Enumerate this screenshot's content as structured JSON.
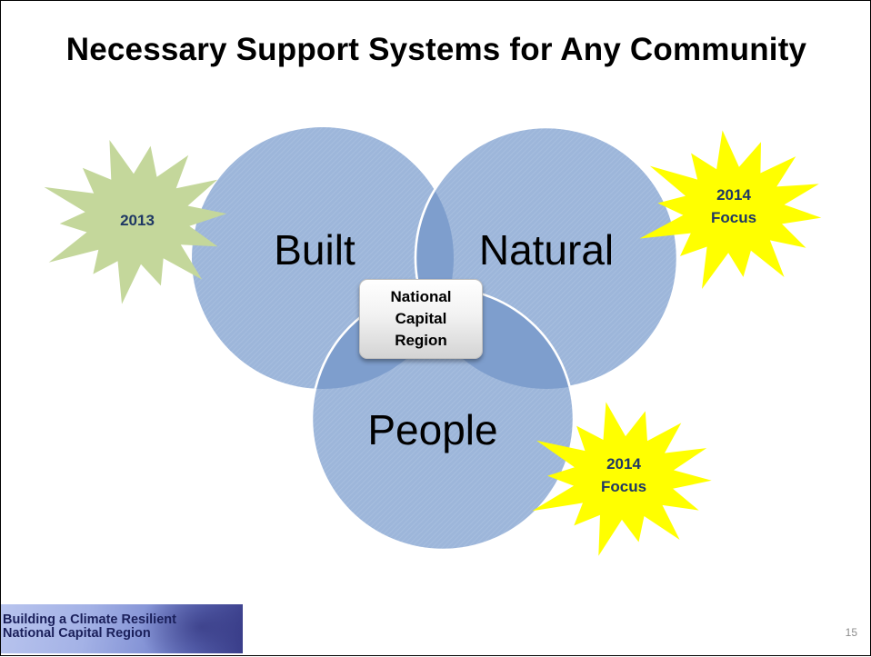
{
  "slide": {
    "title": "Necessary Support Systems for Any Community",
    "page_number": "15"
  },
  "diagram": {
    "circles": [
      {
        "id": "built",
        "label": "Built"
      },
      {
        "id": "natural",
        "label": "Natural"
      },
      {
        "id": "people",
        "label": "People"
      }
    ],
    "center_box": {
      "label": "National\nCapital\nRegion"
    },
    "stars": [
      {
        "id": "built-star",
        "lines": [
          "2013"
        ],
        "color": "#c4d79b"
      },
      {
        "id": "natural-star",
        "lines": [
          "2014",
          "Focus"
        ],
        "color": "#ffff00"
      },
      {
        "id": "people-star",
        "lines": [
          "2014",
          "Focus"
        ],
        "color": "#ffff00"
      }
    ],
    "circle_fill": "#9bb5d9",
    "overlap_fill": "#7d9dcc"
  },
  "footer": {
    "logo_line1": "Building a Climate Resilient",
    "logo_line2": "National Capital Region"
  }
}
